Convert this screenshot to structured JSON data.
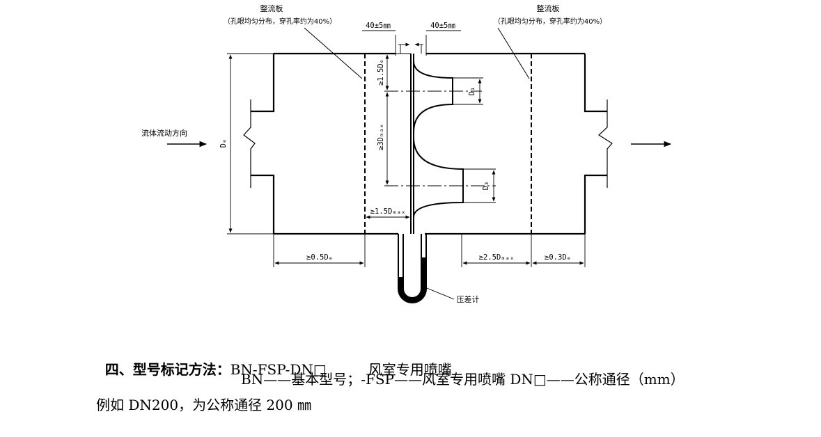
{
  "diagram": {
    "plate_left_label": "整流板",
    "plate_left_note": "（孔眼均匀分布，穿孔率约为40%）",
    "plate_right_label": "整流板",
    "plate_right_note": "（孔眼均匀分布，穿孔率约为40%）",
    "gap_left": "40±5㎜",
    "gap_right": "40±5㎜",
    "flow_label": "流体流动方向",
    "dim_de": "Dₑ",
    "dim_up_1_5de": "≥1.5Dₑ",
    "dim_3dmax": "≥3Dₘₐₓ",
    "dim_d1": "D₁",
    "dim_d3": "D₃",
    "dim_1_5dmax": "≥1.5Dₘₐₓ",
    "dim_0_5de": "≥0.5Dₑ",
    "dim_2_5dmax": "≥2.5Dₘₐₓ",
    "dim_0_3de": "≥0.3Dₑ",
    "manometer_label": "压差计"
  },
  "text": {
    "section_heading": "四、型号标记方法：",
    "model_code": "BN-FSP-DN□",
    "model_name": "风室专用喷嘴",
    "explanation": "BN——基本型号；-FSP——风室专用喷嘴 DN□——公称通径（mm）",
    "example": "例如 DN200，为公称通径 200 ㎜"
  }
}
